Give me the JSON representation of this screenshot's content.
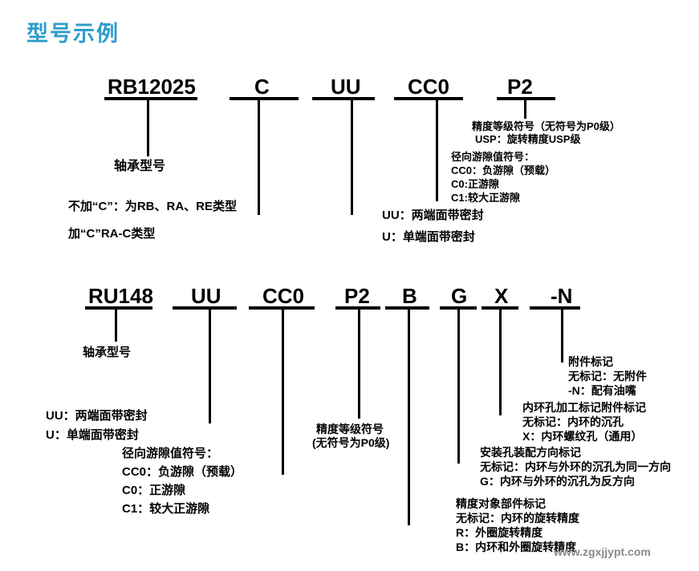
{
  "title": "型号示例",
  "watermark": "www.zgxjjypt.com",
  "d1": {
    "code1": "RB12025",
    "code2": "C",
    "code3": "UU",
    "code4": "CC0",
    "code5": "P2",
    "model_label": "轴承型号",
    "c_note1": "不加“C”：为RB、RA、RE类型",
    "c_note2": "加“C”RA-C类型",
    "uu_note1": "UU：两端面带密封",
    "uu_note2": "U：单端面带密封",
    "cc0_title": "径向游隙值符号：",
    "cc0_note1": "CC0：负游隙（预载）",
    "cc0_note2": "C0:正游隙",
    "cc0_note3": "C1:较大正游隙",
    "p2_note1": "精度等级符号（无符号为P0级）",
    "p2_note2": "USP：旋转精度USP级"
  },
  "d2": {
    "code1": "RU148",
    "code2": "UU",
    "code3": "CC0",
    "code4": "P2",
    "code5": "B",
    "code6": "G",
    "code7": "X",
    "code8": "-N",
    "model_label": "轴承型号",
    "uu_note1": "UU：两端面带密封",
    "uu_note2": "U：单端面带密封",
    "cc0_title": "径向游隙值符号：",
    "cc0_note1": "CC0：负游隙（预载）",
    "cc0_note2": "C0：正游隙",
    "cc0_note3": "C1：较大正游隙",
    "p2_note1": "精度等级符号",
    "p2_note2": "(无符号为P0级)",
    "b_title": "精度对象部件标记",
    "b_note1": "无标记：内环的旋转精度",
    "b_note2": "R：外圈旋转精度",
    "b_note3": "B：内环和外圈旋转精度",
    "g_title": "安装孔装配方向标记",
    "g_note1": "无标记：内环与外环的沉孔为同一方向",
    "g_note2": "G：内环与外环的沉孔为反方向",
    "x_title": "内环孔加工标记附件标记",
    "x_note1": "无标记：内环的沉孔",
    "x_note2": "X：内环螺纹孔（通用）",
    "n_title": "附件标记",
    "n_note1": "无标记：无附件",
    "n_note2": "-N：配有油嘴"
  }
}
